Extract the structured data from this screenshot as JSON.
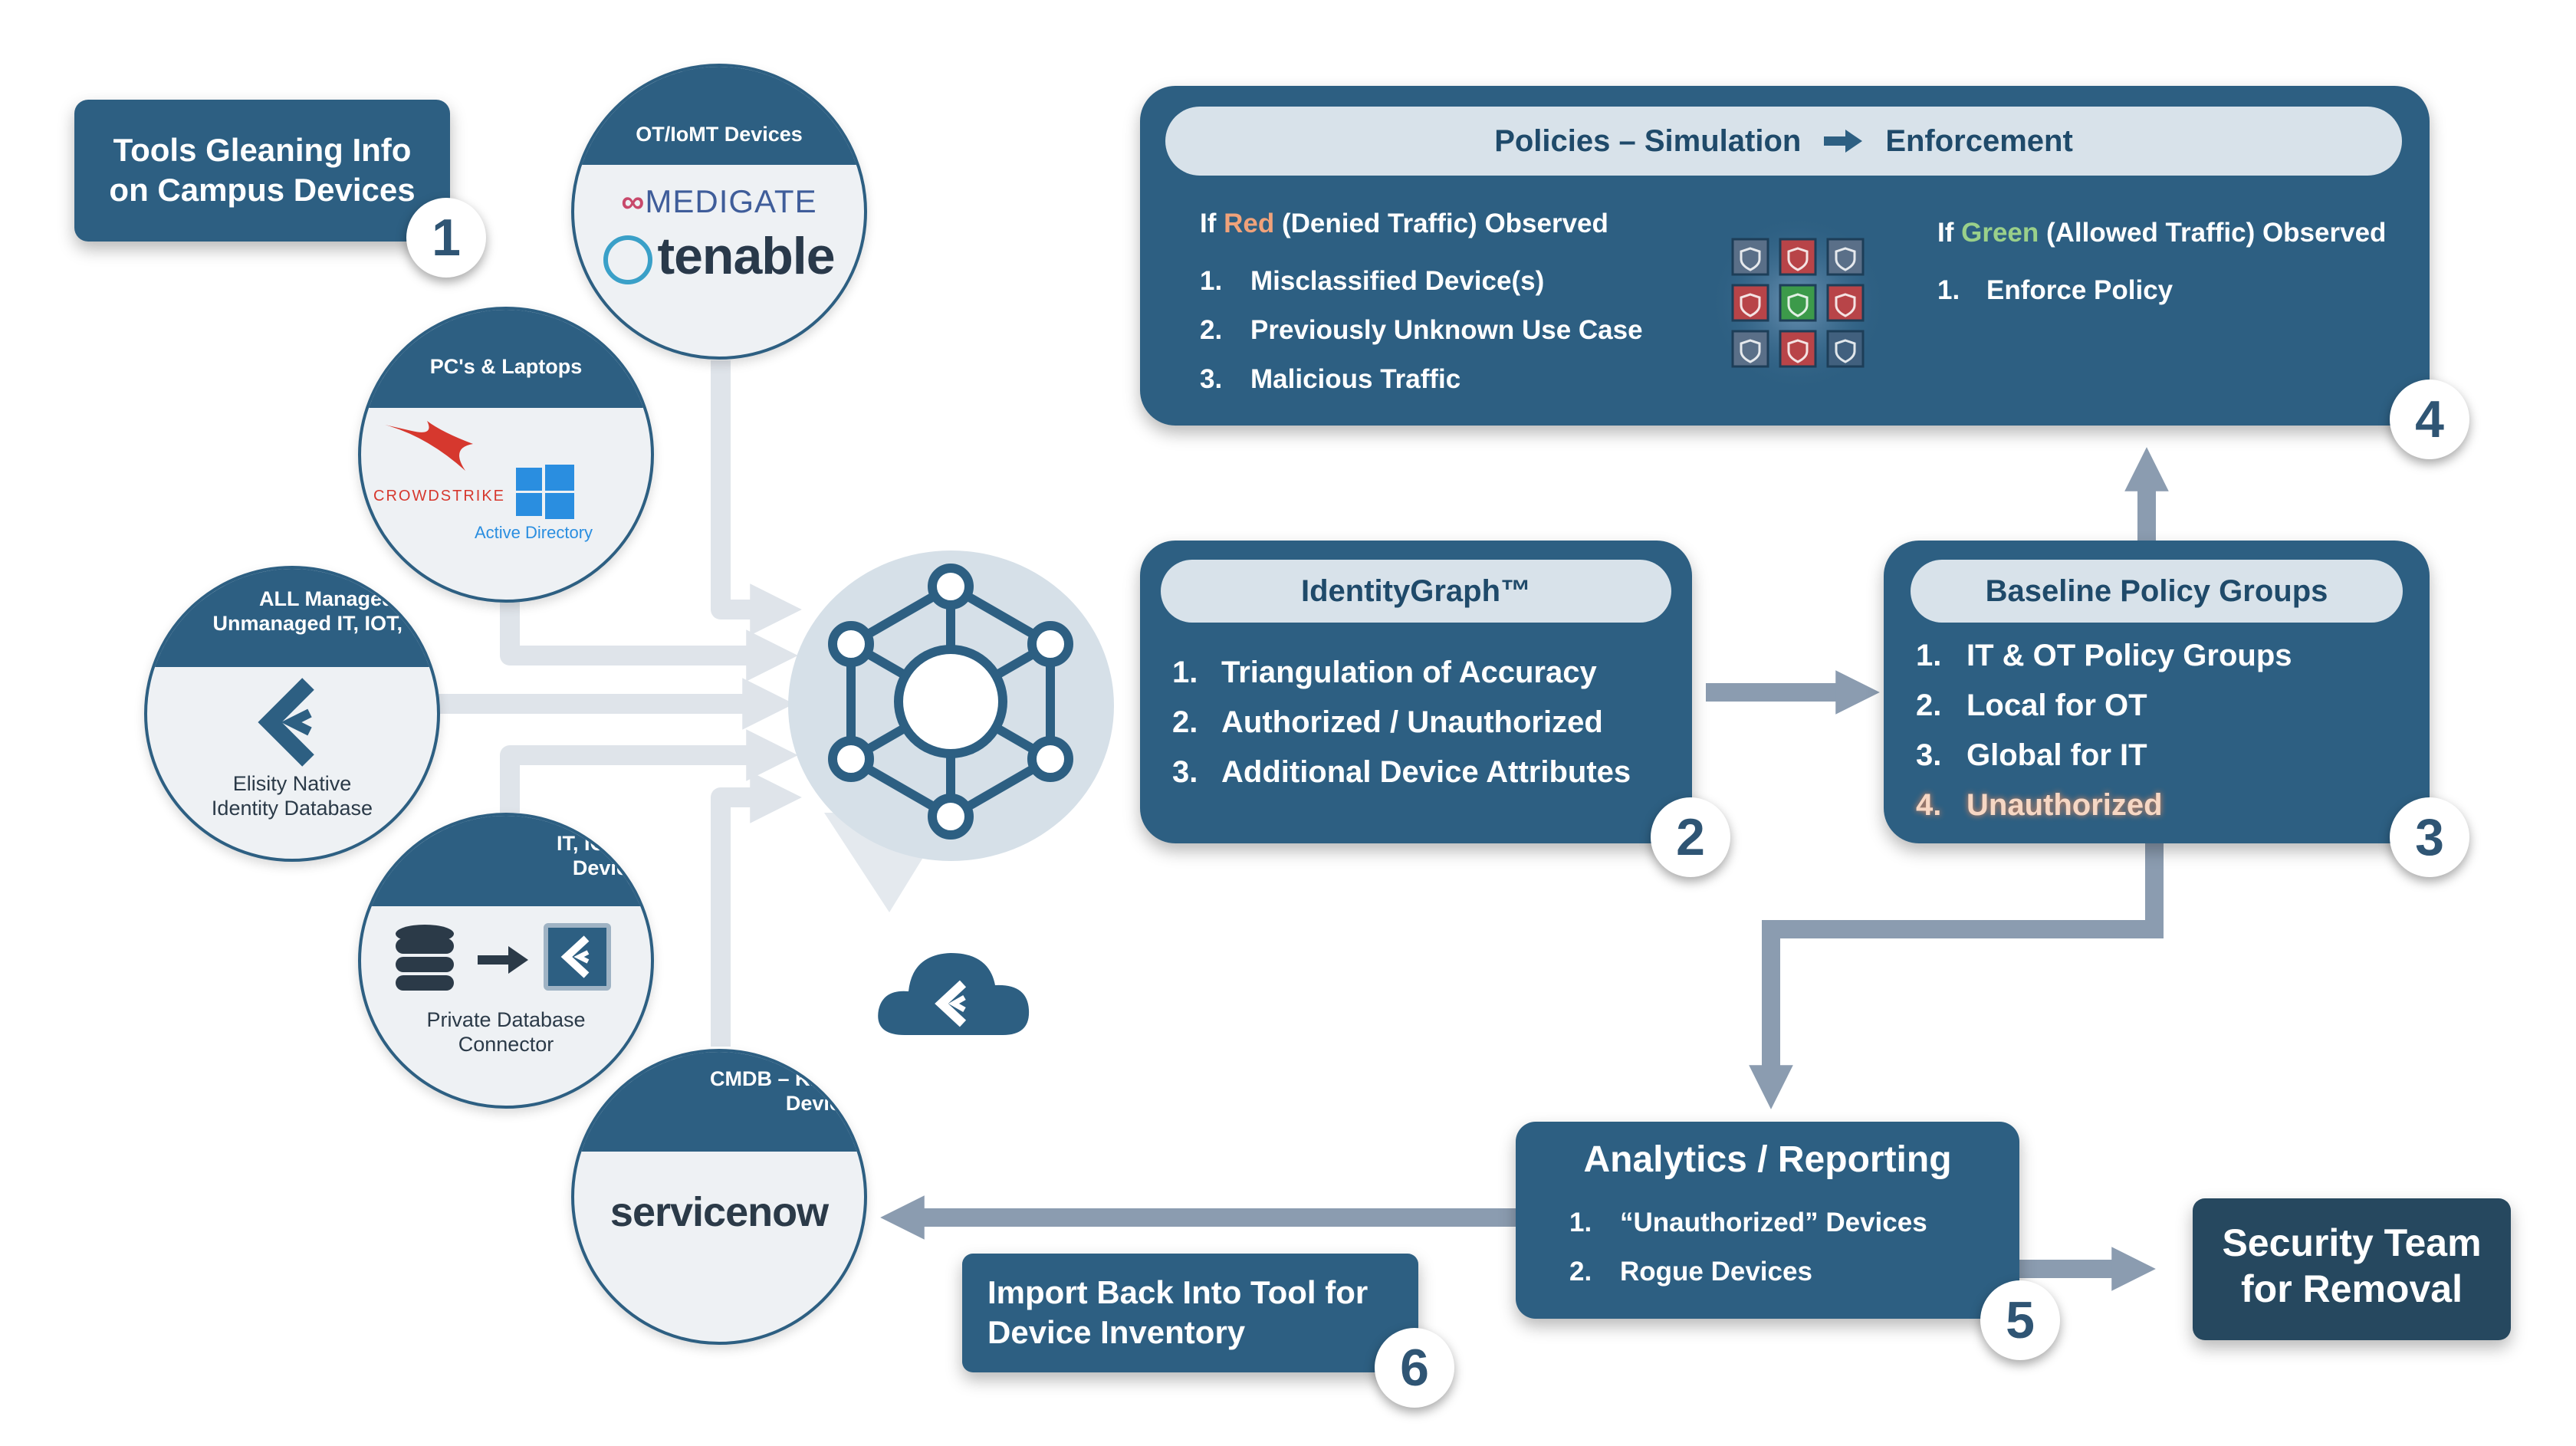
{
  "title_box": {
    "line1": "Tools Gleaning Info",
    "line2": "on Campus Devices",
    "badge": "1"
  },
  "sources": {
    "ot": {
      "caption": "OT/IoMT Devices",
      "logo1": "MEDIGATE",
      "logo2": "tenable"
    },
    "pc": {
      "caption": "PC's & Laptops",
      "logo1": "CROWDSTRIKE",
      "logo2": "Active Directory"
    },
    "all": {
      "caption1": "ALL Managed and",
      "caption2": "Unmanaged IT, IOT, OT",
      "label1": "Elisity Native",
      "label2": "Identity Database"
    },
    "it": {
      "caption1": "IT, IOT,OT",
      "caption2": "Devices",
      "label1": "Private Database",
      "label2": "Connector"
    },
    "cmdb": {
      "caption1": "CMDB – Known",
      "caption2": "Devices",
      "logo": "servicenow"
    }
  },
  "policies": {
    "header_left": "Policies – Simulation",
    "header_right": "Enforcement",
    "red_prefix": "If ",
    "red_word": "Red",
    "red_suffix": " (Denied Traffic) Observed",
    "red_items": [
      {
        "n": "1.",
        "text": "Misclassified Device(s)"
      },
      {
        "n": "2.",
        "text": "Previously Unknown Use Case"
      },
      {
        "n": "3.",
        "text": "Malicious Traffic"
      }
    ],
    "green_prefix": "If ",
    "green_word": "Green",
    "green_suffix": " (Allowed Traffic) Observed",
    "green_items": [
      {
        "n": "1.",
        "text": "Enforce Policy"
      }
    ],
    "badge": "4"
  },
  "identity_graph": {
    "title": "IdentityGraph™",
    "items": [
      {
        "n": "1.",
        "text": "Triangulation of Accuracy"
      },
      {
        "n": "2.",
        "text": "Authorized / Unauthorized"
      },
      {
        "n": "3.",
        "text": "Additional Device Attributes"
      }
    ],
    "badge": "2"
  },
  "baseline": {
    "title": "Baseline Policy Groups",
    "items": [
      {
        "n": "1.",
        "text": "IT & OT Policy Groups"
      },
      {
        "n": "2.",
        "text": "Local for OT"
      },
      {
        "n": "3.",
        "text": "Global for IT"
      },
      {
        "n": "4.",
        "text": "Unauthorized"
      }
    ],
    "badge": "3"
  },
  "analytics": {
    "title": "Analytics / Reporting",
    "items": [
      {
        "n": "1.",
        "text": "“Unauthorized” Devices"
      },
      {
        "n": "2.",
        "text": "Rogue Devices"
      }
    ],
    "badge": "5"
  },
  "security": {
    "line1": "Security Team",
    "line2": "for Removal"
  },
  "import_box": {
    "line1": "Import Back Into Tool for",
    "line2": "Device Inventory",
    "badge": "6"
  },
  "colors": {
    "navy": "#2d5f82",
    "red_word": "#f0a27a",
    "green_word": "#9ad08a",
    "arrow_light": "#dfe4ea",
    "arrow_dark": "#8b9cb0"
  }
}
